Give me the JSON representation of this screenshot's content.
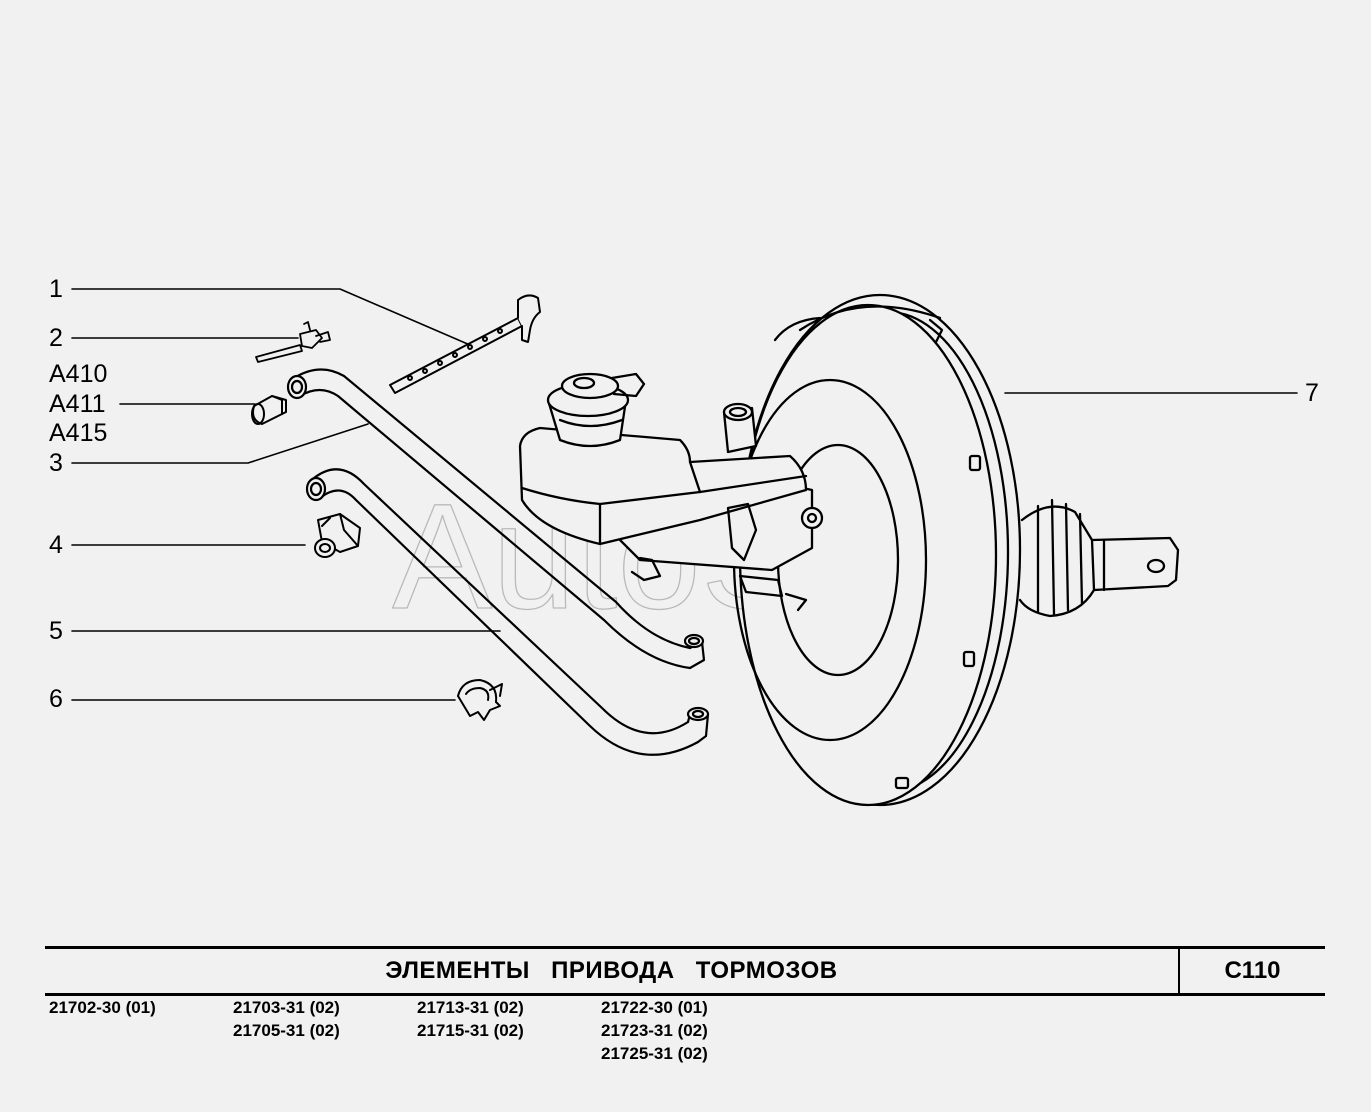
{
  "callouts": {
    "c1": "1",
    "c2": "2",
    "c_a410": "A410",
    "c_a411": "A411",
    "c_a415": "A415",
    "c3": "3",
    "c4": "4",
    "c5": "5",
    "c6": "6",
    "c7": "7"
  },
  "watermark": "AutoSoft",
  "title": {
    "text": "ЭЛЕМЕНТЫ ПРИВОДА ТОРМОЗОВ",
    "code": "С110"
  },
  "models": {
    "col1": [
      "21702-30 (01)"
    ],
    "col2": [
      "21703-31 (02)",
      "21705-31 (02)"
    ],
    "col3": [
      "21713-31 (02)",
      "21715-31 (02)"
    ],
    "col4": [
      "21722-30 (01)",
      "21723-31 (02)",
      "21725-31 (02)"
    ]
  }
}
